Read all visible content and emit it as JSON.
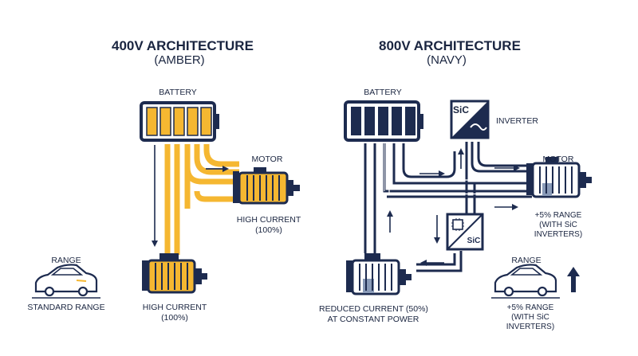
{
  "left": {
    "title": "400V ARCHITECTURE",
    "subtitle": "(AMBER)",
    "battery_label": "BATTERY",
    "motor_label": "MOTOR",
    "motor_current": "HIGH CURRENT",
    "motor_current_pct": "(100%)",
    "bottom_motor_current": "HIGH CURRENT",
    "bottom_motor_current_pct": "(100%)",
    "range_label": "RANGE",
    "range_value": "STANDARD RANGE"
  },
  "right": {
    "title": "800V ARCHITECTURE",
    "subtitle": "(NAVY)",
    "battery_label": "BATTERY",
    "inverter_chip_label": "SiC",
    "inverter_label": "INVERTER",
    "motor_label": "MOTOR",
    "motor_range_line1": "+5% RANGE",
    "motor_range_line2": "(WITH SiC",
    "motor_range_line3": "INVERTERS)",
    "second_inverter_label": "SiC",
    "bottom_motor_line1": "REDUCED CURRENT (50%)",
    "bottom_motor_line2": "AT CONSTANT POWER",
    "range_label": "RANGE",
    "range_line1": "+5% RANGE",
    "range_line2": "(WITH SiC",
    "range_line3": "INVERTERS)"
  },
  "colors": {
    "amber": "#f5b731",
    "navy": "#1d2b4f",
    "light_blue": "#e8f0f8"
  },
  "icons": [
    "battery-icon",
    "motor-icon",
    "car-icon",
    "inverter-icon",
    "chip-icon",
    "up-arrow-icon"
  ]
}
